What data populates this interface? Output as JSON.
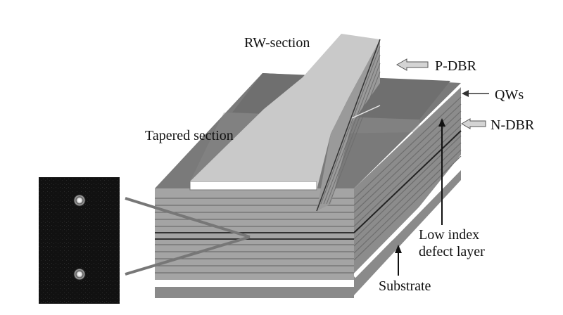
{
  "labels": {
    "rw_section": "RW-section",
    "tapered_section": "Tapered section",
    "p_dbr": "P-DBR",
    "qws": "QWs",
    "n_dbr": "N-DBR",
    "low_index_line1": "Low index",
    "low_index_line2": "defect layer",
    "substrate": "Substrate"
  },
  "colors": {
    "top_surface": "#7a7a7a",
    "ridge_top": "#c9c9c9",
    "front_face": "#a4a4a4",
    "side_face": "#8c8c8c",
    "layer_line": "#6e6e6e",
    "defect_layer": "#ffffff",
    "substrate": "#8a8a8a",
    "arrow_fill": "#d4d4d4",
    "inset_bg": "#111111"
  }
}
